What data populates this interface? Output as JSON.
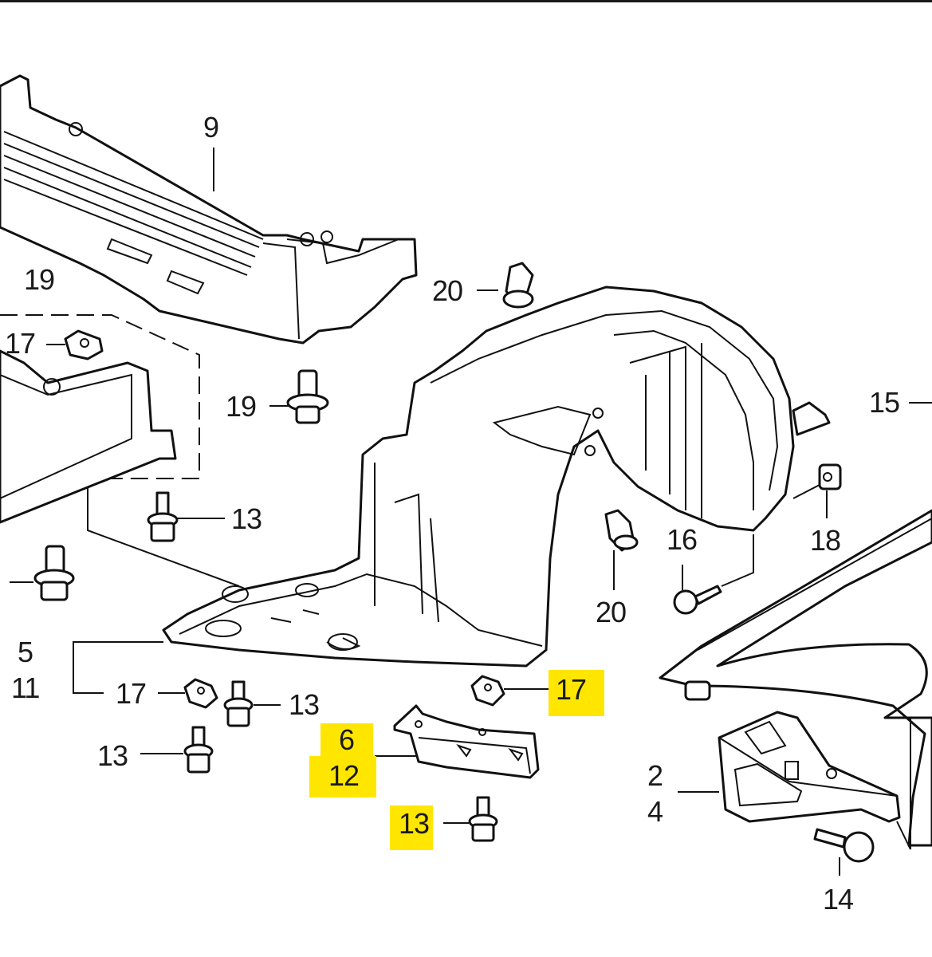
{
  "diagram": {
    "title": "Front inner fender / splash shield parts diagram",
    "highlight_color": "#ffe600",
    "callouts": [
      {
        "id": "c9",
        "label": "9",
        "part": "front bulkhead / radiator support cover",
        "highlighted": false
      },
      {
        "id": "c19a",
        "label": "19",
        "part": "clip",
        "highlighted": false
      },
      {
        "id": "c20a",
        "label": "20",
        "part": "clip",
        "highlighted": false
      },
      {
        "id": "c17a",
        "label": "17",
        "part": "nut clip",
        "highlighted": false
      },
      {
        "id": "c19b",
        "label": "19",
        "part": "clip",
        "highlighted": false
      },
      {
        "id": "c15",
        "label": "15",
        "part": "front fender",
        "highlighted": false
      },
      {
        "id": "c13a",
        "label": "13",
        "part": "bolt",
        "highlighted": false
      },
      {
        "id": "c16",
        "label": "16",
        "part": "screw",
        "highlighted": false
      },
      {
        "id": "c18",
        "label": "18",
        "part": "nut clip",
        "highlighted": false
      },
      {
        "id": "c20b",
        "label": "20",
        "part": "clip",
        "highlighted": false
      },
      {
        "id": "c5",
        "label": "5",
        "part": "front fender liner",
        "highlighted": false
      },
      {
        "id": "c11",
        "label": "11",
        "part": "front fender liner",
        "highlighted": false
      },
      {
        "id": "c17b",
        "label": "17",
        "part": "nut clip",
        "highlighted": false
      },
      {
        "id": "c13b",
        "label": "13",
        "part": "bolt",
        "highlighted": false
      },
      {
        "id": "c17c",
        "label": "17",
        "part": "nut clip",
        "highlighted": true
      },
      {
        "id": "c13c",
        "label": "13",
        "part": "bolt",
        "highlighted": false
      },
      {
        "id": "c6",
        "label": "6",
        "part": "splash guard bracket",
        "highlighted": true
      },
      {
        "id": "c12",
        "label": "12",
        "part": "splash guard bracket",
        "highlighted": true
      },
      {
        "id": "c2",
        "label": "2",
        "part": "fender bracket",
        "highlighted": false
      },
      {
        "id": "c4",
        "label": "4",
        "part": "fender bracket",
        "highlighted": false
      },
      {
        "id": "c13d",
        "label": "13",
        "part": "bolt",
        "highlighted": true
      },
      {
        "id": "c14",
        "label": "14",
        "part": "bolt",
        "highlighted": false
      }
    ]
  },
  "labels": {
    "c9": "9",
    "c19a": "19",
    "c20a": "20",
    "c17a": "17",
    "c19b": "19",
    "c15": "15",
    "c13a": "13",
    "c16": "16",
    "c18": "18",
    "c20b": "20",
    "c5": "5",
    "c11": "11",
    "c17b": "17",
    "c13b": "13",
    "c17c": "17",
    "c13c": "13",
    "c6": "6",
    "c12": "12",
    "c2": "2",
    "c4": "4",
    "c13d": "13",
    "c14": "14"
  }
}
